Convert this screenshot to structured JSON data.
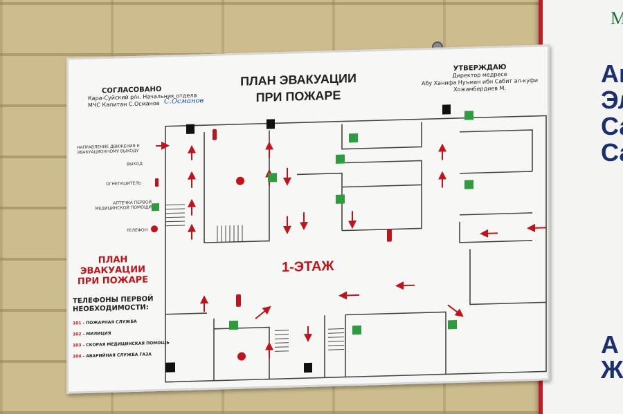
{
  "plan": {
    "title_line1": "ПЛАН ЭВАКУАЦИИ",
    "title_line2": "ПРИ ПОЖАРЕ",
    "approved": {
      "heading": "СОГЛАСОВАНО",
      "line1": "Кара-Суйский р/н. Начальник отдела",
      "line2": "МЧС  Капитан С.Османов",
      "signature": "С.Османов"
    },
    "confirmed": {
      "heading": "УТВЕРЖДАЮ",
      "line1": "Директор медресе",
      "line2": "Абу Ханифа Нуъман ибн Сабит ал-куфи",
      "line3": "Хожамбердиев М."
    },
    "legend": [
      {
        "label": "Направление движения к эвакуационному выходу",
        "icon": "arrow-icon"
      },
      {
        "label": "Выход",
        "icon": "exit-icon"
      },
      {
        "label": "Огнетушитель",
        "icon": "extinguisher-icon"
      },
      {
        "label": "Аптечка первой медицинской помощи",
        "icon": "first-aid-icon"
      },
      {
        "label": "Телефон",
        "icon": "phone-icon"
      }
    ],
    "left_title_line1": "ПЛАН ЭВАКУАЦИИ",
    "left_title_line2": "ПРИ ПОЖАРЕ",
    "phones_title_line1": "ТЕЛЕФОНЫ ПЕРВОЙ",
    "phones_title_line2": "НЕОБХОДИМОСТИ:",
    "phones": [
      {
        "num": "101",
        "name": "ПОЖАРНАЯ СЛУЖБА"
      },
      {
        "num": "102",
        "name": "МИЛИЦИЯ"
      },
      {
        "num": "103",
        "name": "СКОРАЯ МЕДИЦИНСКАЯ ПОМОЩЬ"
      },
      {
        "num": "104",
        "name": "АВАРИЙНАЯ СЛУЖБА ГАЗА"
      }
    ],
    "floor": "1-ЭТАЖ"
  },
  "side_board": {
    "top_letter": "М",
    "letters": [
      "Ак",
      "Эл",
      "Са",
      "Са",
      "А",
      "Ж"
    ]
  },
  "colors": {
    "red": "#c0141c",
    "green": "#2e9c3e",
    "wall": "#cdbd8e",
    "board_red": "#c01c24",
    "board_text": "#1b2f6e"
  }
}
